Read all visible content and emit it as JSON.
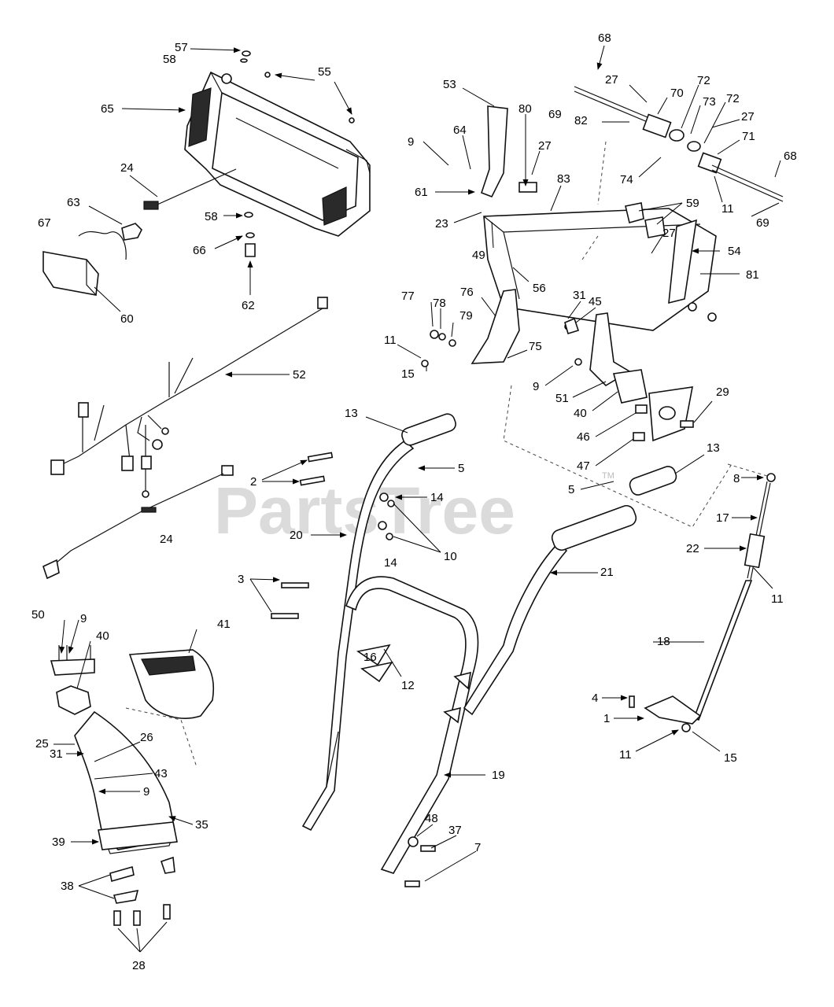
{
  "watermark": "PartsTree",
  "watermark_tm": "TM",
  "labels": {
    "l57": "57",
    "l58a": "58",
    "l55": "55",
    "l65": "65",
    "l24a": "24",
    "l58b": "58",
    "l63": "63",
    "l67": "67",
    "l66": "66",
    "l62": "62",
    "l60": "60",
    "l52": "52",
    "l24b": "24",
    "l2": "2",
    "l13a": "13",
    "l5a": "5",
    "l14a": "14",
    "l20": "20",
    "l14b": "14",
    "l10": "10",
    "l3": "3",
    "l16": "16",
    "l12": "12",
    "l41": "41",
    "l50": "50",
    "l9a": "9",
    "l40a": "40",
    "l25": "25",
    "l31a": "31",
    "l26": "26",
    "l43": "43",
    "l9b": "9",
    "l35": "35",
    "l39": "39",
    "l38": "38",
    "l28": "28",
    "l68a": "68",
    "l27a": "27",
    "l70": "70",
    "l72a": "72",
    "l69a": "69",
    "l82": "82",
    "l73": "73",
    "l72b": "72",
    "l27b": "27",
    "l71": "71",
    "l68b": "68",
    "l74": "74",
    "l11a": "11",
    "l69b": "69",
    "l53": "53",
    "l80": "80",
    "l64": "64",
    "l9c": "9",
    "l27c": "27",
    "l61": "61",
    "l83": "83",
    "l59": "59",
    "l23": "23",
    "l27d": "27",
    "l54": "54",
    "l49": "49",
    "l56": "56",
    "l81": "81",
    "l76": "76",
    "l77": "77",
    "l78": "78",
    "l79": "79",
    "l31b": "31",
    "l45": "45",
    "l11b": "11",
    "l75": "75",
    "l15a": "15",
    "l9d": "9",
    "l51": "51",
    "l40b": "40",
    "l29": "29",
    "l46": "46",
    "l47": "47",
    "l13b": "13",
    "l8": "8",
    "l5b": "5",
    "l17": "17",
    "l21": "21",
    "l22": "22",
    "l11c": "11",
    "l18": "18",
    "l4": "4",
    "l1": "1",
    "l11d": "11",
    "l15b": "15",
    "l19": "19",
    "l48": "48",
    "l37": "37",
    "l7": "7"
  }
}
